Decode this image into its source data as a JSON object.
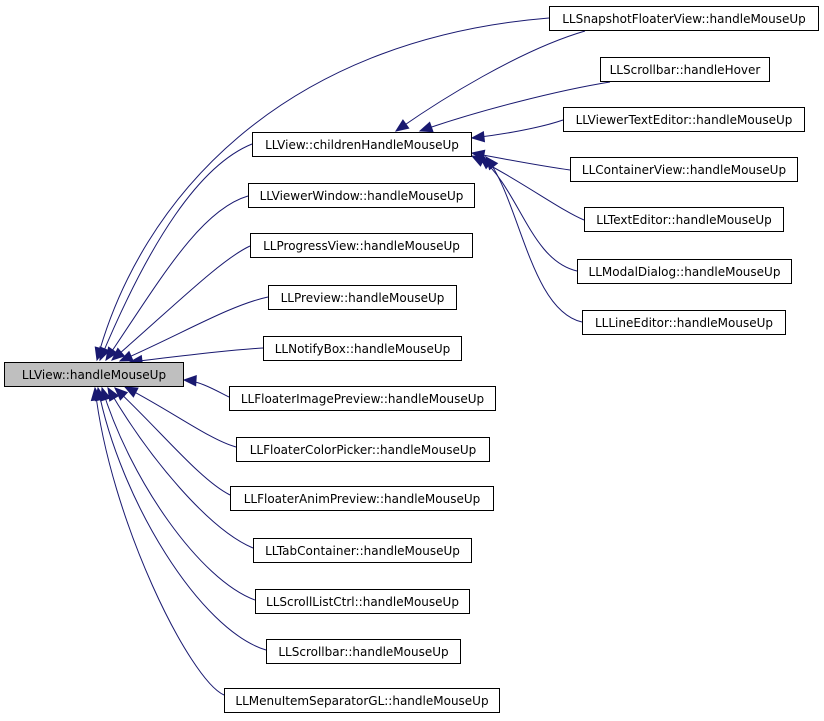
{
  "colors": {
    "edge": "#191970",
    "root_fill": "#bfbfbf",
    "node_fill": "#ffffff",
    "border": "#000000"
  },
  "nodes": {
    "root": "LLView::handleMouseUp",
    "children": "LLView::childrenHandleMouseUp",
    "viewer_window": "LLViewerWindow::handleMouseUp",
    "progress_view": "LLProgressView::handleMouseUp",
    "preview": "LLPreview::handleMouseUp",
    "notify_box": "LLNotifyBox::handleMouseUp",
    "floater_image_preview": "LLFloaterImagePreview::handleMouseUp",
    "floater_color_picker": "LLFloaterColorPicker::handleMouseUp",
    "floater_anim_preview": "LLFloaterAnimPreview::handleMouseUp",
    "tab_container": "LLTabContainer::handleMouseUp",
    "scroll_list_ctrl": "LLScrollListCtrl::handleMouseUp",
    "scrollbar_up": "LLScrollbar::handleMouseUp",
    "menu_item_separator": "LLMenuItemSeparatorGL::handleMouseUp",
    "snapshot_floater_view": "LLSnapshotFloaterView::handleMouseUp",
    "scrollbar_hover": "LLScrollbar::handleHover",
    "viewer_text_editor": "LLViewerTextEditor::handleMouseUp",
    "container_view": "LLContainerView::handleMouseUp",
    "text_editor": "LLTextEditor::handleMouseUp",
    "modal_dialog": "LLModalDialog::handleMouseUp",
    "line_editor": "LLLineEditor::handleMouseUp"
  }
}
